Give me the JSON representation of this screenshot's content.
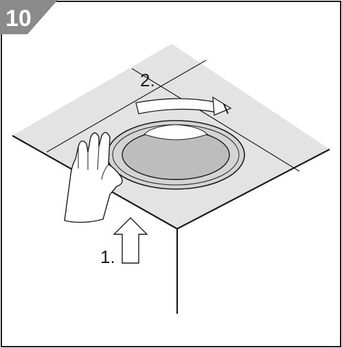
{
  "step_number": "10",
  "labels": {
    "push_up": "1.",
    "rotate": "2."
  },
  "colors": {
    "badge": "#8a8a8a",
    "badge_text": "#ffffff",
    "ceiling": "#e3e3e3",
    "ring": "#d4d4d4",
    "opening": "#bdbdbd",
    "line": "#1a1a1a"
  },
  "icons": {
    "hand": "hand-icon",
    "push_arrow": "up-arrow-icon",
    "rotate_arrow": "rotate-arrow-icon"
  }
}
